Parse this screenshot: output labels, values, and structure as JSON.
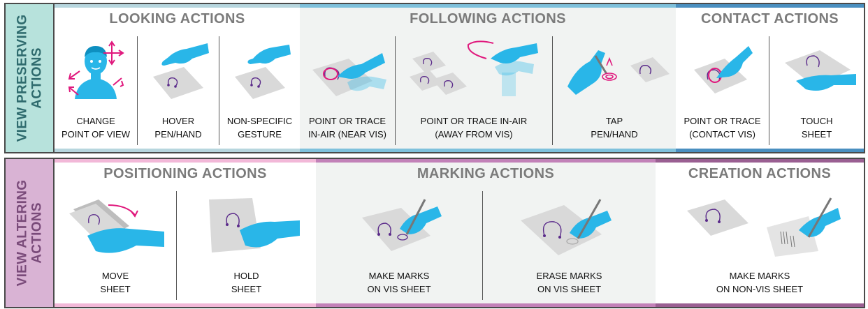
{
  "colors": {
    "hand": "#29b6e8",
    "handDark": "#0e8fc0",
    "accent": "#e0197d",
    "mark": "#5a2a8a",
    "sheet": "#d9d9d9",
    "preserveSide": "#b7e2dc",
    "preserveText": "#2f6b6e",
    "alterSide": "#d9b3d4",
    "alterText": "#7a4b7a"
  },
  "view_preserving": {
    "side_label_1": "VIEW PRESERVING",
    "side_label_2": "ACTIONS",
    "sections": [
      {
        "title": "LOOKING ACTIONS",
        "bar_color": "#b7d6de",
        "bg": "#ffffff",
        "items": [
          {
            "line1": "CHANGE",
            "line2": "POINT OF VIEW",
            "icon": "head-arrows-icon"
          },
          {
            "line1": "HOVER",
            "line2": "PEN/HAND",
            "icon": "hover-hand-icon"
          },
          {
            "line1": "NON-SPECIFIC",
            "line2": "GESTURE",
            "icon": "gesture-hand-icon"
          }
        ]
      },
      {
        "title": "FOLLOWING ACTIONS",
        "bar_color": "#7fc1dc",
        "bg": "#f1f3f2",
        "items": [
          {
            "line1": "POINT OR TRACE",
            "line2": "IN-AIR (NEAR VIS)",
            "icon": "trace-near-icon"
          },
          {
            "line1": "POINT OR TRACE IN-AIR",
            "line2": "(AWAY FROM VIS)",
            "icon": "trace-away-icon"
          },
          {
            "line1": "TAP",
            "line2": "PEN/HAND",
            "icon": "tap-pen-icon"
          }
        ]
      },
      {
        "title": "CONTACT ACTIONS",
        "bar_color": "#4a8fc0",
        "bg": "#ffffff",
        "items": [
          {
            "line1": "POINT OR TRACE",
            "line2": "(CONTACT VIS)",
            "icon": "trace-contact-icon"
          },
          {
            "line1": "TOUCH",
            "line2": "SHEET",
            "icon": "touch-sheet-icon"
          }
        ]
      }
    ]
  },
  "view_altering": {
    "side_label_1": "VIEW ALTERING",
    "side_label_2": "ACTIONS",
    "sections": [
      {
        "title": "POSITIONING ACTIONS",
        "bar_color": "#f2b8d8",
        "bg": "#ffffff",
        "items": [
          {
            "line1": "MOVE",
            "line2": "SHEET",
            "icon": "move-sheet-icon"
          },
          {
            "line1": "HOLD",
            "line2": "SHEET",
            "icon": "hold-sheet-icon"
          }
        ]
      },
      {
        "title": "MARKING ACTIONS",
        "bar_color": "#c281b8",
        "bg": "#f1f3f2",
        "items": [
          {
            "line1": "MAKE MARKS",
            "line2": "ON VIS SHEET",
            "icon": "make-marks-icon"
          },
          {
            "line1": "ERASE MARKS",
            "line2": "ON VIS SHEET",
            "icon": "erase-marks-icon"
          }
        ]
      },
      {
        "title": "CREATION ACTIONS",
        "bar_color": "#9a5f92",
        "bg": "#ffffff",
        "items": [
          {
            "line1": "MAKE MARKS",
            "line2": "ON NON-VIS SHEET",
            "icon": "nonvis-marks-icon"
          }
        ]
      }
    ]
  }
}
